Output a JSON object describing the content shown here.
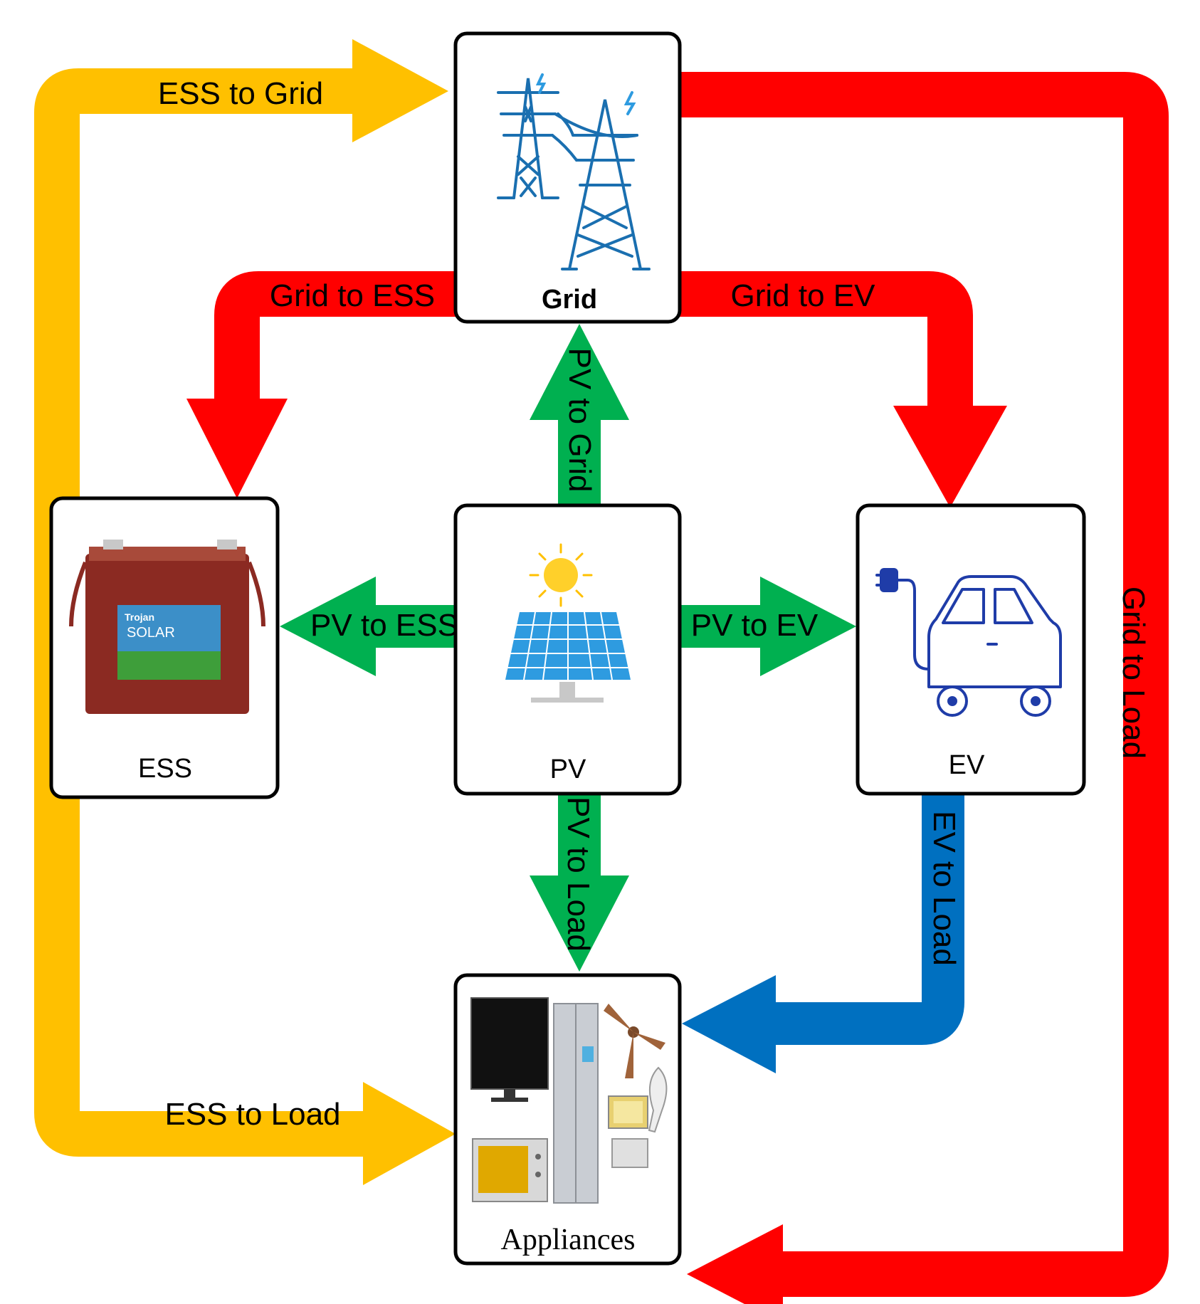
{
  "colors": {
    "ess_flow": "#FFC000",
    "grid_flow": "#FF0000",
    "pv_flow": "#00B050",
    "ev_flow": "#0070C0",
    "box_border": "#000000"
  },
  "nodes": {
    "grid": {
      "label": "Grid",
      "icon": "transmission-tower-icon"
    },
    "ess": {
      "label": "ESS",
      "icon": "battery-icon",
      "icon_text_brand": "Trojan",
      "icon_text_product": "SOLAR"
    },
    "pv": {
      "label": "PV",
      "icon": "solar-panel-icon"
    },
    "ev": {
      "label": "EV",
      "icon": "electric-car-icon"
    },
    "appliances": {
      "label": "Appliances",
      "icon": "household-appliances-icon"
    }
  },
  "flows": {
    "ess_to_grid": "ESS to Grid",
    "ess_to_load": "ESS to Load",
    "grid_to_ess": "Grid to ESS",
    "grid_to_ev": "Grid to EV",
    "grid_to_load": "Grid to Load",
    "pv_to_grid": "PV to Grid",
    "pv_to_ess": "PV to ESS",
    "pv_to_ev": "PV to EV",
    "pv_to_load": "PV to Load",
    "ev_to_load": "EV to Load"
  }
}
